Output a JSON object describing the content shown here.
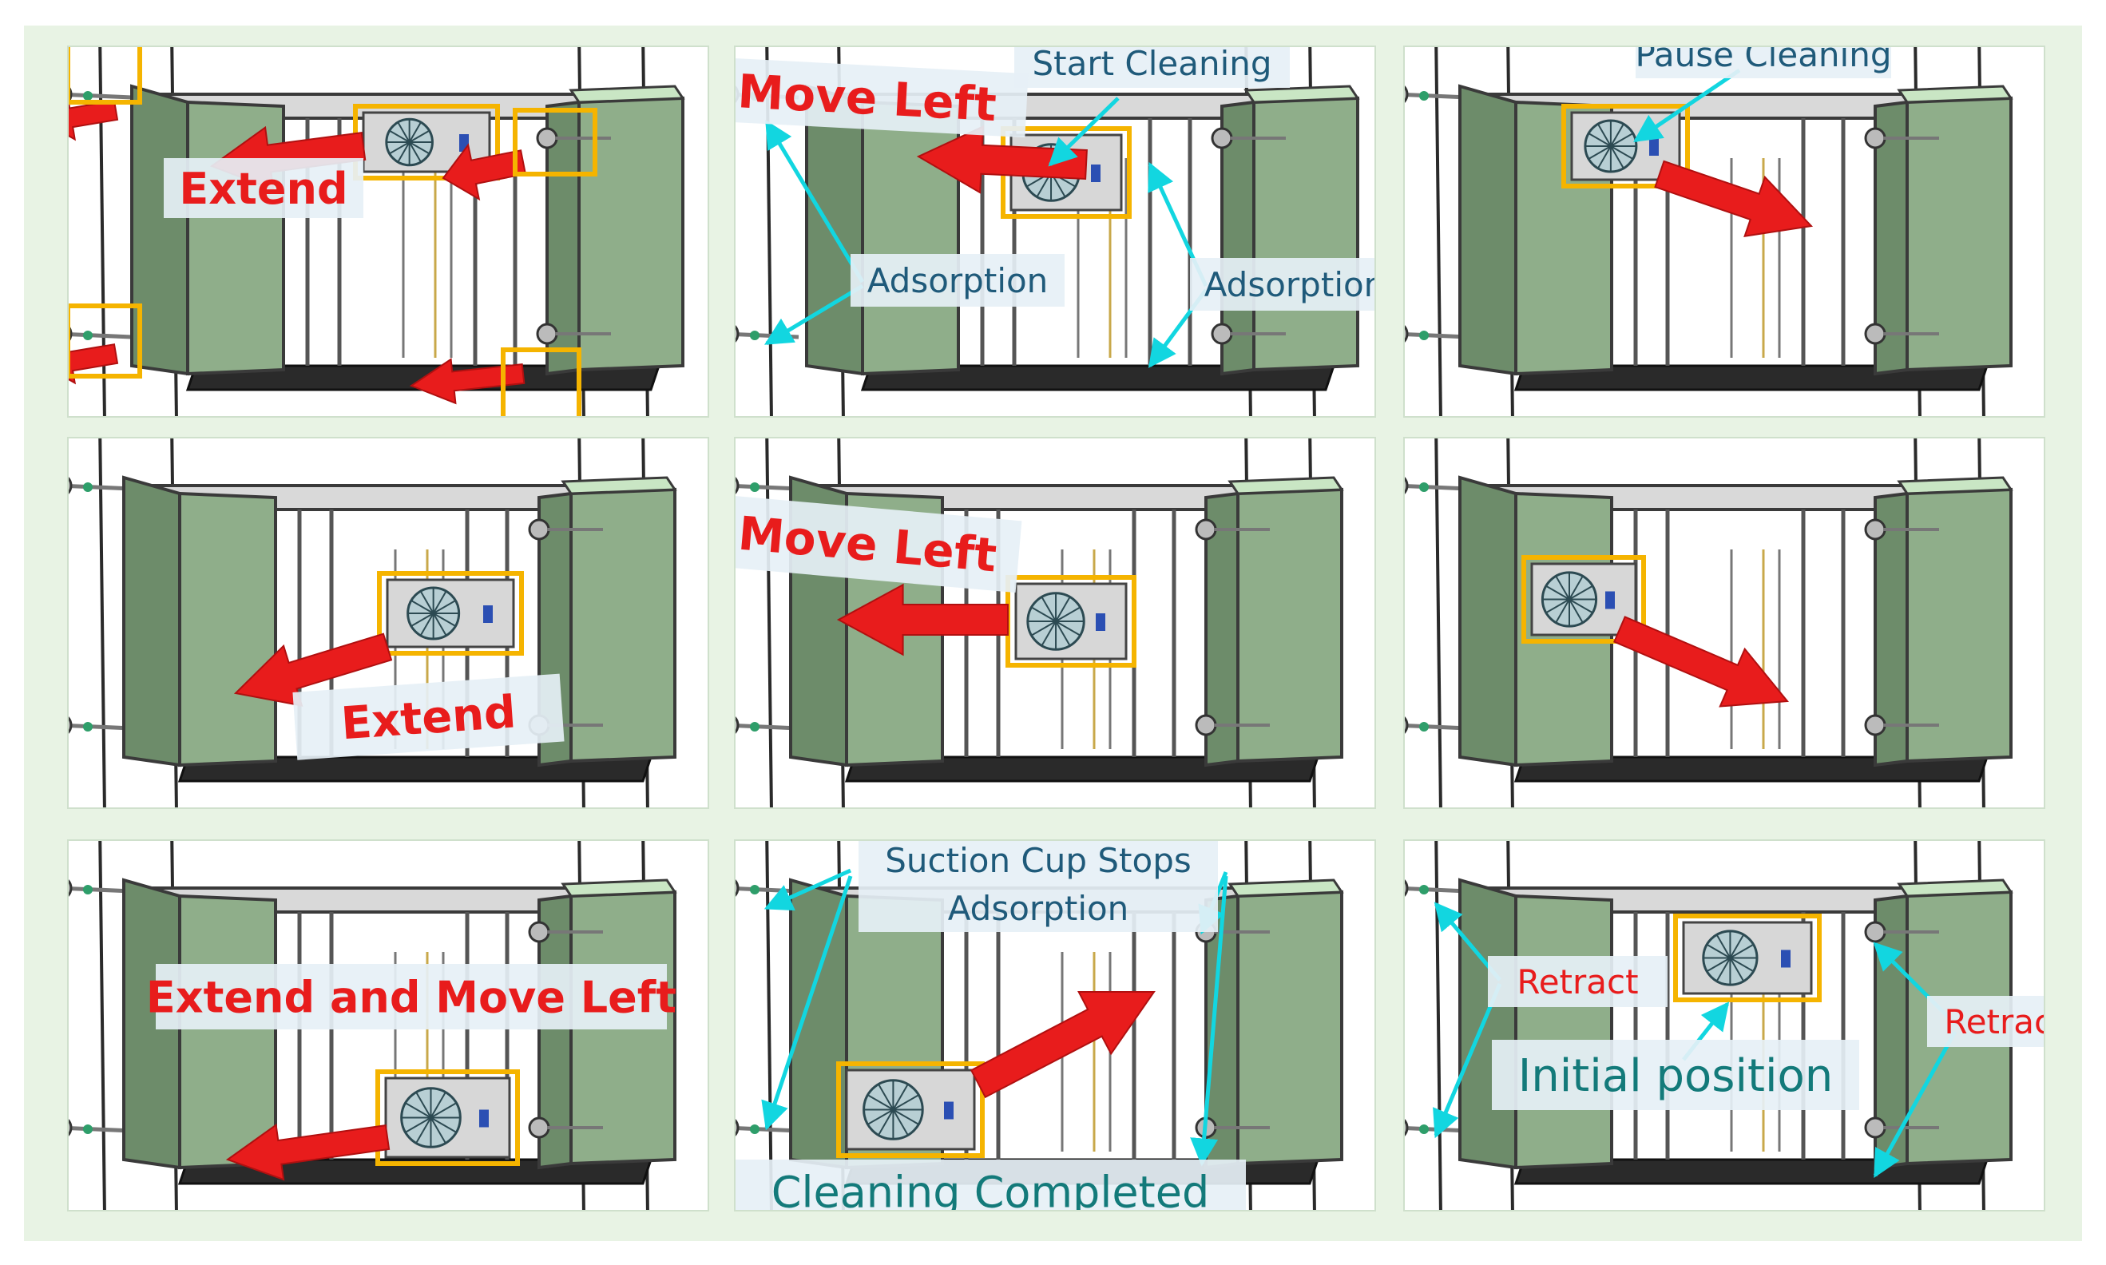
{
  "colors": {
    "background_outer": "#ffffff",
    "background_mat": "#e8f3e4",
    "panel_bg": "#ffffff",
    "frame_green": "#8fae8a",
    "frame_green_dark": "#6d8c6a",
    "frame_edge": "#3a3a3a",
    "rail_dark": "#2a2a2a",
    "highlight_box": "#f5b400",
    "motion_arrow": "#e81c1c",
    "pointer_arrow": "#12d6e0",
    "label_bg": "#e6f0f6",
    "label_blue_text": "#1f5a7a",
    "label_red_text": "#e81c1c",
    "label_teal_text": "#137a7a"
  },
  "panels": [
    {
      "id": "p1",
      "labels": [
        {
          "text": "Extend",
          "color": "red"
        }
      ]
    },
    {
      "id": "p2",
      "labels": [
        {
          "text": "Start Cleaning",
          "color": "blue"
        },
        {
          "text": "Move Left",
          "color": "red"
        },
        {
          "text": "Adsorption",
          "color": "blue"
        },
        {
          "text": "Adsorption",
          "color": "blue"
        }
      ]
    },
    {
      "id": "p3",
      "labels": [
        {
          "text": "Pause Cleaning",
          "color": "blue"
        }
      ]
    },
    {
      "id": "p4",
      "labels": [
        {
          "text": "Extend",
          "color": "red"
        }
      ]
    },
    {
      "id": "p5",
      "labels": [
        {
          "text": "Move Left",
          "color": "red"
        }
      ]
    },
    {
      "id": "p6",
      "labels": []
    },
    {
      "id": "p7",
      "labels": [
        {
          "text": "Extend and Move Left",
          "color": "red"
        }
      ]
    },
    {
      "id": "p8",
      "labels": [
        {
          "text": "Suction Cup Stops",
          "color": "blue"
        },
        {
          "text": "Adsorption",
          "color": "blue"
        },
        {
          "text": "Cleaning Completed",
          "color": "teal"
        }
      ]
    },
    {
      "id": "p9",
      "labels": [
        {
          "text": "Retract",
          "color": "red"
        },
        {
          "text": "Retract",
          "color": "red"
        },
        {
          "text": "Initial position",
          "color": "teal"
        }
      ]
    }
  ]
}
